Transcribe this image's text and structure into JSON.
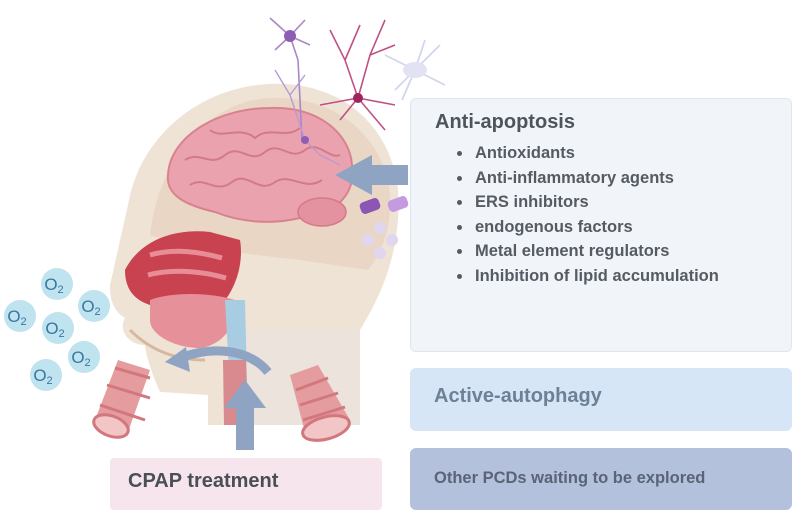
{
  "anti_apoptosis": {
    "title": "Anti-apoptosis",
    "items": [
      "Antioxidants",
      "Anti-inflammatory agents",
      "ERS inhibitors",
      "endogenous factors",
      "Metal element regulators",
      "Inhibition of lipid accumulation"
    ]
  },
  "active_autophagy": {
    "label": "Active-autophagy"
  },
  "other_pcds": {
    "label": "Other PCDs waiting to be explored"
  },
  "cpap": {
    "label": "CPAP treatment"
  },
  "oxygen_bubbles": [
    {
      "text": "O",
      "sub": "2"
    },
    {
      "text": "O",
      "sub": "2"
    },
    {
      "text": "O",
      "sub": "2"
    },
    {
      "text": "O",
      "sub": "2"
    },
    {
      "text": "O",
      "sub": "2"
    },
    {
      "text": "O",
      "sub": "2"
    }
  ],
  "colors": {
    "head_skin": "#efe3d6",
    "brain": "#eaa3ae",
    "neuron_purple": "#b07ac4",
    "neuron_magenta": "#b0306a",
    "arrow_blue": "#8fa3c3",
    "oxygen": "#bfe3ef",
    "airway": "#e59c9e"
  }
}
